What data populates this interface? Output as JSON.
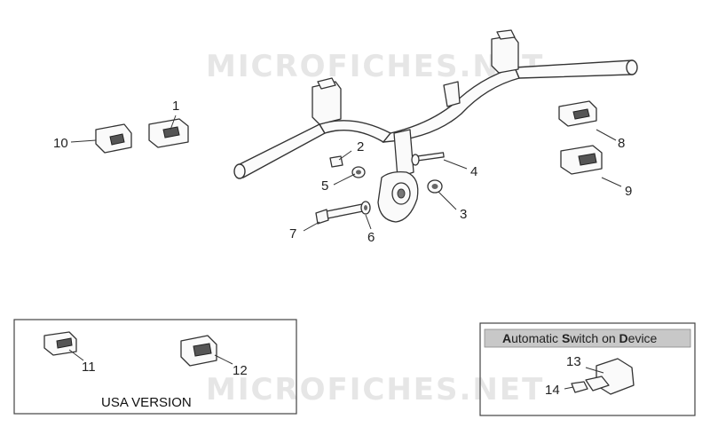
{
  "watermark": {
    "text_top": "MICROFICHES.NET",
    "text_bottom": "MICROFICHES.NET"
  },
  "callouts": {
    "c1": "1",
    "c2": "2",
    "c3": "3",
    "c4": "4",
    "c5": "5",
    "c6": "6",
    "c7": "7",
    "c8": "8",
    "c9": "9",
    "c10": "10",
    "c11": "11",
    "c12": "12",
    "c13": "13",
    "c14": "14"
  },
  "usa_box": {
    "title": "USA VERSION"
  },
  "auto_box": {
    "title_parts": [
      {
        "text": "A",
        "bold": true
      },
      {
        "text": "utomatic ",
        "bold": false
      },
      {
        "text": "S",
        "bold": true
      },
      {
        "text": "witch on ",
        "bold": false
      },
      {
        "text": "D",
        "bold": true
      },
      {
        "text": "evice",
        "bold": false
      }
    ]
  },
  "colors": {
    "stroke": "#333333",
    "box_header": "#c8c8c8",
    "watermark": "#e6e6e6"
  }
}
